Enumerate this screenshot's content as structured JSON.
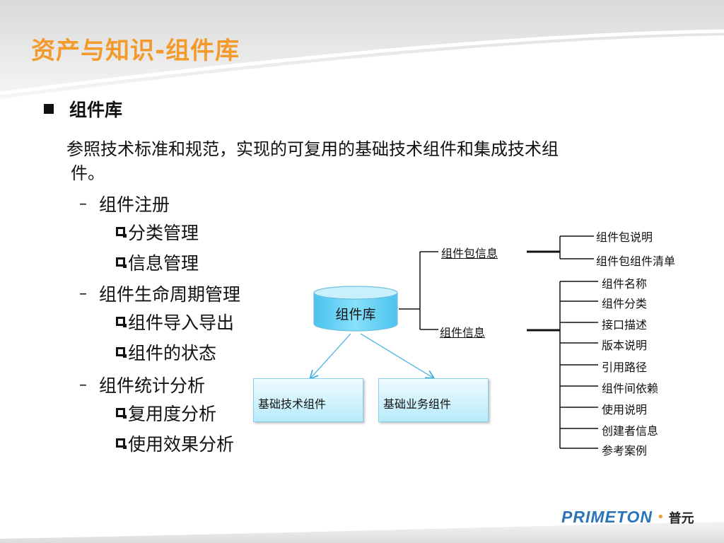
{
  "slide": {
    "title": "资产与知识-组件库",
    "section_title": "组件库",
    "description_line1": "参照技术标准和规范，实现的可复用的基础技术组件和集成技术组",
    "description_line2": "件。",
    "groups": [
      {
        "label": "组件注册",
        "items": [
          "分类管理",
          "信息管理"
        ]
      },
      {
        "label": "组件生命周期管理",
        "items": [
          "组件导入导出",
          "组件的状态"
        ]
      },
      {
        "label": "组件统计分析",
        "items": [
          "复用度分析",
          "使用效果分析"
        ]
      }
    ]
  },
  "diagram": {
    "center": "组件库",
    "bottom_boxes": [
      "基础技术组件",
      "基础业务组件"
    ],
    "branch_package": "组件包信息",
    "package_items": [
      "组件包说明",
      "组件包组件清单"
    ],
    "branch_info": "组件信息",
    "info_items": [
      "组件名称",
      "组件分类",
      "接口描述",
      "版本说明",
      "引用路径",
      "组件间依赖",
      "使用说明",
      "创建者信息",
      "参考案例"
    ]
  },
  "logo": {
    "en": "PRIMETON",
    "cn": "普元"
  },
  "colors": {
    "title": "#f39a2b",
    "brand_blue": "#2b74b8",
    "cylinder": "#5fd0f5",
    "box": "#b7ebfb",
    "arrow": "#3aaee0"
  }
}
